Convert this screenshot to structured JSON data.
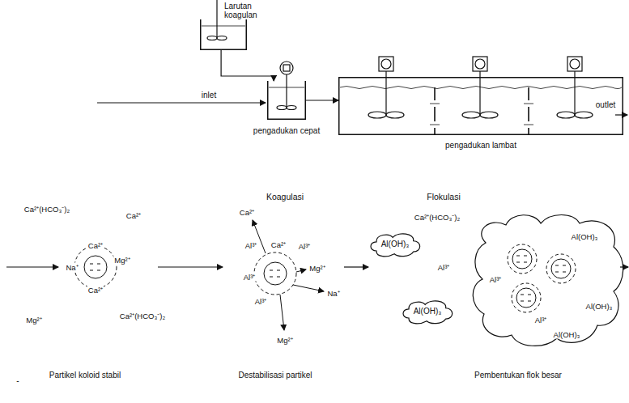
{
  "diagram": {
    "nodes": [
      {
        "text": [
          "Larutan koagulan"
        ]
      },
      {
        "text": [
          "pengadukan cepat"
        ]
      },
      {
        "text": [
          "pengadukan lambat"
        ]
      },
      {
        "text": [
          "Al(OH)₃"
        ]
      },
      {
        "text": [
          "Al(OH)₃"
        ]
      }
    ],
    "edges": [
      {
        "from": 0,
        "to": 1,
        "arrow": "to"
      },
      {
        "from": 1,
        "to": 2,
        "arrow": "to"
      }
    ],
    "labels": [
      "inlet",
      "outlet",
      "Koagulasi",
      "Flokulasi",
      "Partikel koloid stabil",
      "Destabilisasi partikel",
      "Pembentukan flok besar",
      "-",
      "Ca²⁺(HCO₃⁻)₂",
      "Ca²⁺",
      "Ca²⁺",
      "Na⁺",
      "Mg²⁺",
      "Ca²⁺",
      "Mg²⁺",
      "Ca²⁺(HCO₃⁻)₂",
      "Ca²⁺",
      "Al³⁺",
      "Ca²⁺",
      "Al³⁺",
      "Al³⁺",
      "Mg²⁺",
      "Al³⁺",
      "Na⁺",
      "Mg²⁺",
      "Ca²⁺(HCO₃⁻)₂",
      "Al³⁺",
      "Al(OH)₃",
      "Al³⁺",
      "Al³⁺",
      "Al(OH)₃",
      "Al(OH)₃"
    ]
  }
}
